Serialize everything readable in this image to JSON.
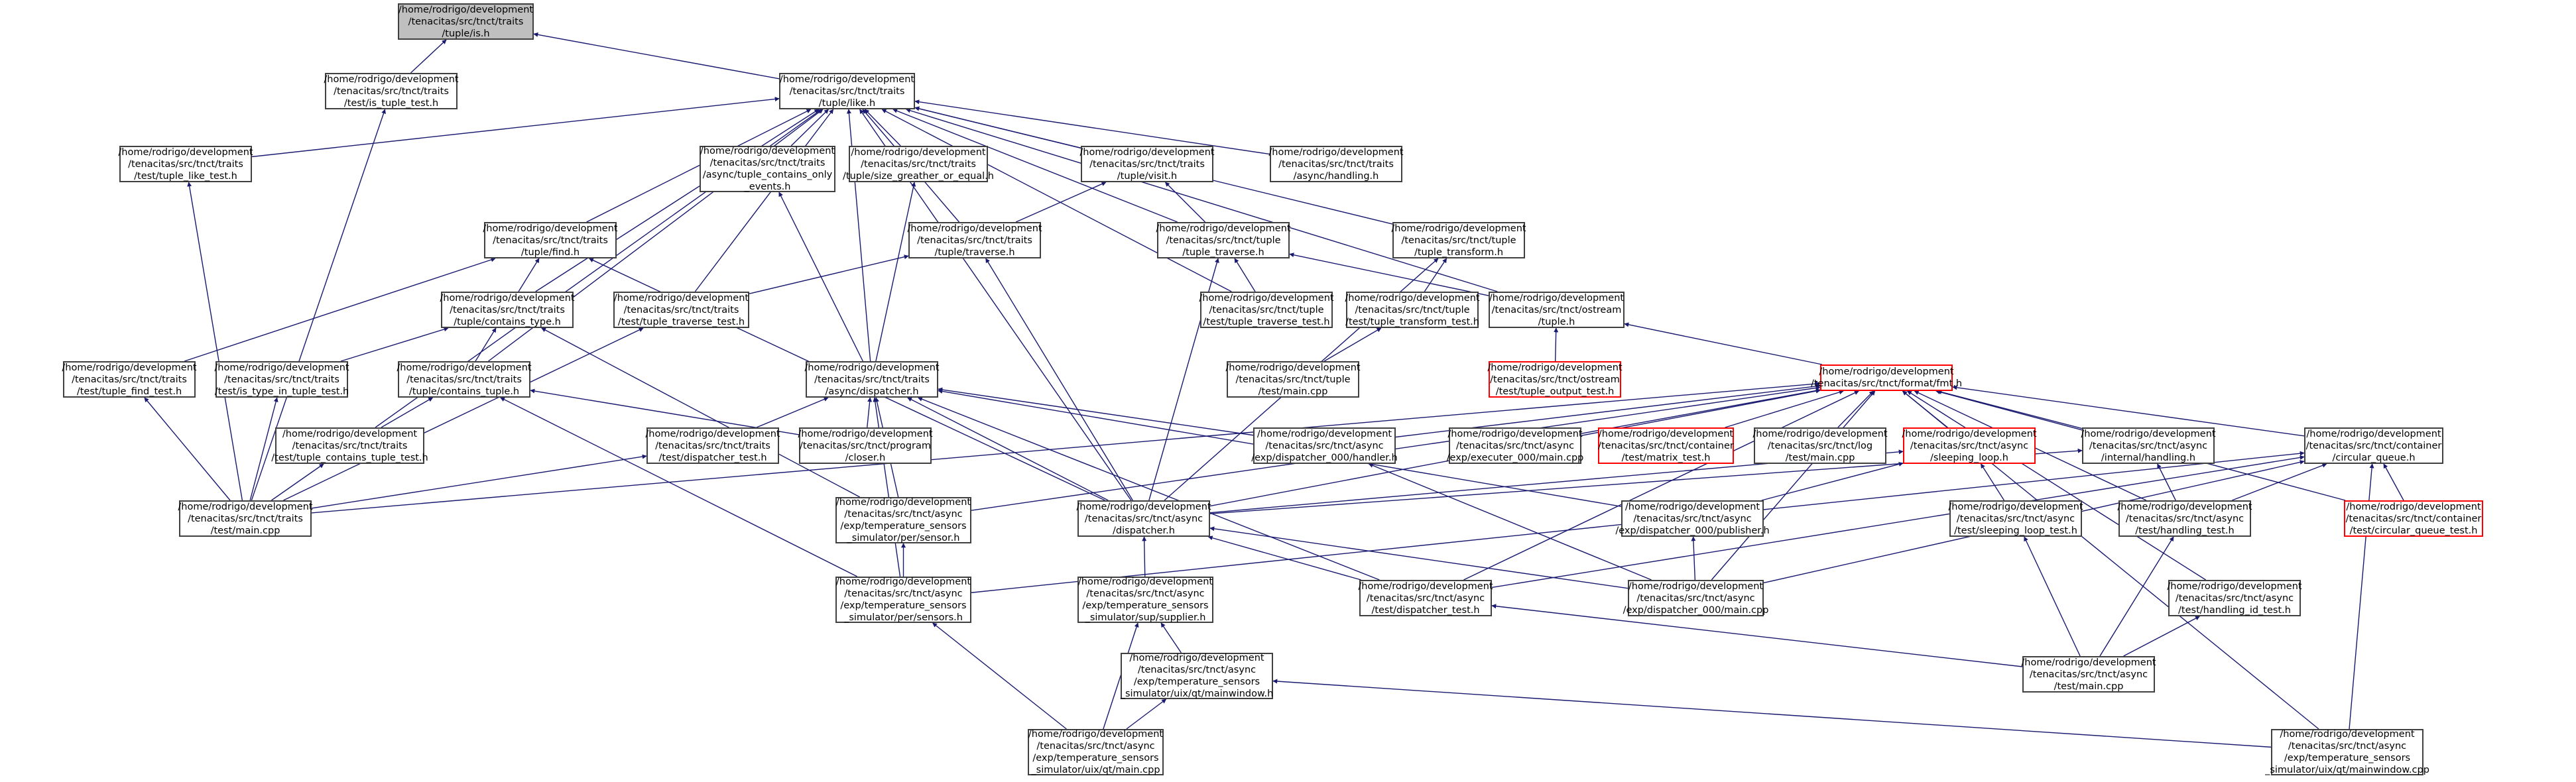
{
  "colors": {
    "edge": "#191970",
    "node_border": "#404040",
    "truncated_border": "#ff0000",
    "root_fill": "#bfbfbf",
    "background": "#ffffff"
  },
  "nodes": {
    "is_h": [
      "/home/rodrigo/development",
      "/tenacitas/src/tnct/traits",
      "/tuple/is.h"
    ],
    "is_tuple_test": [
      "/home/rodrigo/development",
      "/tenacitas/src/tnct/traits",
      "/test/is_tuple_test.h"
    ],
    "like_h": [
      "/home/rodrigo/development",
      "/tenacitas/src/tnct/traits",
      "/tuple/like.h"
    ],
    "like_test": [
      "/home/rodrigo/development",
      "/tenacitas/src/tnct/traits",
      "/test/tuple_like_test.h"
    ],
    "contains_only_events": [
      "/home/rodrigo/development",
      "/tenacitas/src/tnct/traits",
      "/async/tuple_contains_only",
      "_events.h"
    ],
    "size_greater": [
      "/home/rodrigo/development",
      "/tenacitas/src/tnct/traits",
      "/tuple/size_greather_or_equal.h"
    ],
    "visit_h": [
      "/home/rodrigo/development",
      "/tenacitas/src/tnct/traits",
      "/tuple/visit.h"
    ],
    "async_handling": [
      "/home/rodrigo/development",
      "/tenacitas/src/tnct/traits",
      "/async/handling.h"
    ],
    "find_h": [
      "/home/rodrigo/development",
      "/tenacitas/src/tnct/traits",
      "/tuple/find.h"
    ],
    "traverse_h": [
      "/home/rodrigo/development",
      "/tenacitas/src/tnct/traits",
      "/tuple/traverse.h"
    ],
    "tuple_traverse": [
      "/home/rodrigo/development",
      "/tenacitas/src/tnct/tuple",
      "/tuple_traverse.h"
    ],
    "tuple_transform": [
      "/home/rodrigo/development",
      "/tenacitas/src/tnct/tuple",
      "/tuple_transform.h"
    ],
    "contains_type": [
      "/home/rodrigo/development",
      "/tenacitas/src/tnct/traits",
      "/tuple/contains_type.h"
    ],
    "traits_traverse_test": [
      "/home/rodrigo/development",
      "/tenacitas/src/tnct/traits",
      "/test/tuple_traverse_test.h"
    ],
    "tuple_traverse_test": [
      "/home/rodrigo/development",
      "/tenacitas/src/tnct/tuple",
      "/test/tuple_traverse_test.h"
    ],
    "tuple_transform_test": [
      "/home/rodrigo/development",
      "/tenacitas/src/tnct/tuple",
      "/test/tuple_transform_test.h"
    ],
    "ostream_tuple": [
      "/home/rodrigo/development",
      "/tenacitas/src/tnct/ostream",
      "/tuple.h"
    ],
    "tuple_find_test": [
      "/home/rodrigo/development",
      "/tenacitas/src/tnct/traits",
      "/test/tuple_find_test.h"
    ],
    "is_type_in_tuple": [
      "/home/rodrigo/development",
      "/tenacitas/src/tnct/traits",
      "/test/is_type_in_tuple_test.h"
    ],
    "contains_tuple": [
      "/home/rodrigo/development",
      "/tenacitas/src/tnct/traits",
      "/tuple/contains_tuple.h"
    ],
    "async_dispatcher_traits": [
      "/home/rodrigo/development",
      "/tenacitas/src/tnct/traits",
      "/async/dispatcher.h"
    ],
    "tuple_main": [
      "/home/rodrigo/development",
      "/tenacitas/src/tnct/tuple",
      "/test/main.cpp"
    ],
    "tuple_output_test": [
      "/home/rodrigo/development",
      "/tenacitas/src/tnct/ostream",
      "/test/tuple_output_test.h"
    ],
    "fmt_h": [
      "/home/rodrigo/development",
      "/tenacitas/src/tnct/format/fmt.h"
    ],
    "contains_tuple_test": [
      "/home/rodrigo/development",
      "/tenacitas/src/tnct/traits",
      "/test/tuple_contains_tuple_test.h"
    ],
    "dispatcher_test_traits": [
      "/home/rodrigo/development",
      "/tenacitas/src/tnct/traits",
      "/test/dispatcher_test.h"
    ],
    "program_closer": [
      "/home/rodrigo/development",
      "/tenacitas/src/tnct/program",
      "/closer.h"
    ],
    "handler_000": [
      "/home/rodrigo/development",
      "/tenacitas/src/tnct/async",
      "/exp/dispatcher_000/handler.h"
    ],
    "executer_main": [
      "/home/rodrigo/development",
      "/tenacitas/src/tnct/async",
      "/exp/executer_000/main.cpp"
    ],
    "matrix_test": [
      "/home/rodrigo/development",
      "/tenacitas/src/tnct/container",
      "/test/matrix_test.h"
    ],
    "log_main": [
      "/home/rodrigo/development",
      "/tenacitas/src/tnct/log",
      "/test/main.cpp"
    ],
    "sleeping_loop": [
      "/home/rodrigo/development",
      "/tenacitas/src/tnct/async",
      "/sleeping_loop.h"
    ],
    "internal_handling": [
      "/home/rodrigo/development",
      "/tenacitas/src/tnct/async",
      "/internal/handling.h"
    ],
    "circular_queue": [
      "/home/rodrigo/development",
      "/tenacitas/src/tnct/container",
      "/circular_queue.h"
    ],
    "traits_test_main": [
      "/home/rodrigo/development",
      "/tenacitas/src/tnct/traits",
      "/test/main.cpp"
    ],
    "sensor_h": [
      "/home/rodrigo/development",
      "/tenacitas/src/tnct/async",
      "/exp/temperature_sensors",
      "_simulator/per/sensor.h"
    ],
    "async_dispatcher": [
      "/home/rodrigo/development",
      "/tenacitas/src/tnct/async",
      "/dispatcher.h"
    ],
    "publisher_h": [
      "/home/rodrigo/development",
      "/tenacitas/src/tnct/async",
      "/exp/dispatcher_000/publisher.h"
    ],
    "sleeping_loop_test": [
      "/home/rodrigo/development",
      "/tenacitas/src/tnct/async",
      "/test/sleeping_loop_test.h"
    ],
    "handling_test": [
      "/home/rodrigo/development",
      "/tenacitas/src/tnct/async",
      "/test/handling_test.h"
    ],
    "circular_queue_test": [
      "/home/rodrigo/development",
      "/tenacitas/src/tnct/container",
      "/test/circular_queue_test.h"
    ],
    "sensors_h": [
      "/home/rodrigo/development",
      "/tenacitas/src/tnct/async",
      "/exp/temperature_sensors",
      "_simulator/per/sensors.h"
    ],
    "supplier_h": [
      "/home/rodrigo/development",
      "/tenacitas/src/tnct/async",
      "/exp/temperature_sensors",
      "_simulator/sup/supplier.h"
    ],
    "dispatcher_test": [
      "/home/rodrigo/development",
      "/tenacitas/src/tnct/async",
      "/test/dispatcher_test.h"
    ],
    "dispatcher_000_main": [
      "/home/rodrigo/development",
      "/tenacitas/src/tnct/async",
      "/exp/dispatcher_000/main.cpp"
    ],
    "handling_id_test": [
      "/home/rodrigo/development",
      "/tenacitas/src/tnct/async",
      "/test/handling_id_test.h"
    ],
    "mainwindow_h": [
      "/home/rodrigo/development",
      "/tenacitas/src/tnct/async",
      "/exp/temperature_sensors",
      "_simulator/uix/qt/mainwindow.h"
    ],
    "async_test_main": [
      "/home/rodrigo/development",
      "/tenacitas/src/tnct/async",
      "/test/main.cpp"
    ],
    "qt_main": [
      "/home/rodrigo/development",
      "/tenacitas/src/tnct/async",
      "/exp/temperature_sensors",
      "_simulator/uix/qt/main.cpp"
    ],
    "mainwindow_cpp": [
      "/home/rodrigo/development",
      "/tenacitas/src/tnct/async",
      "/exp/temperature_sensors",
      "_simulator/uix/qt/mainwindow.cpp"
    ]
  }
}
